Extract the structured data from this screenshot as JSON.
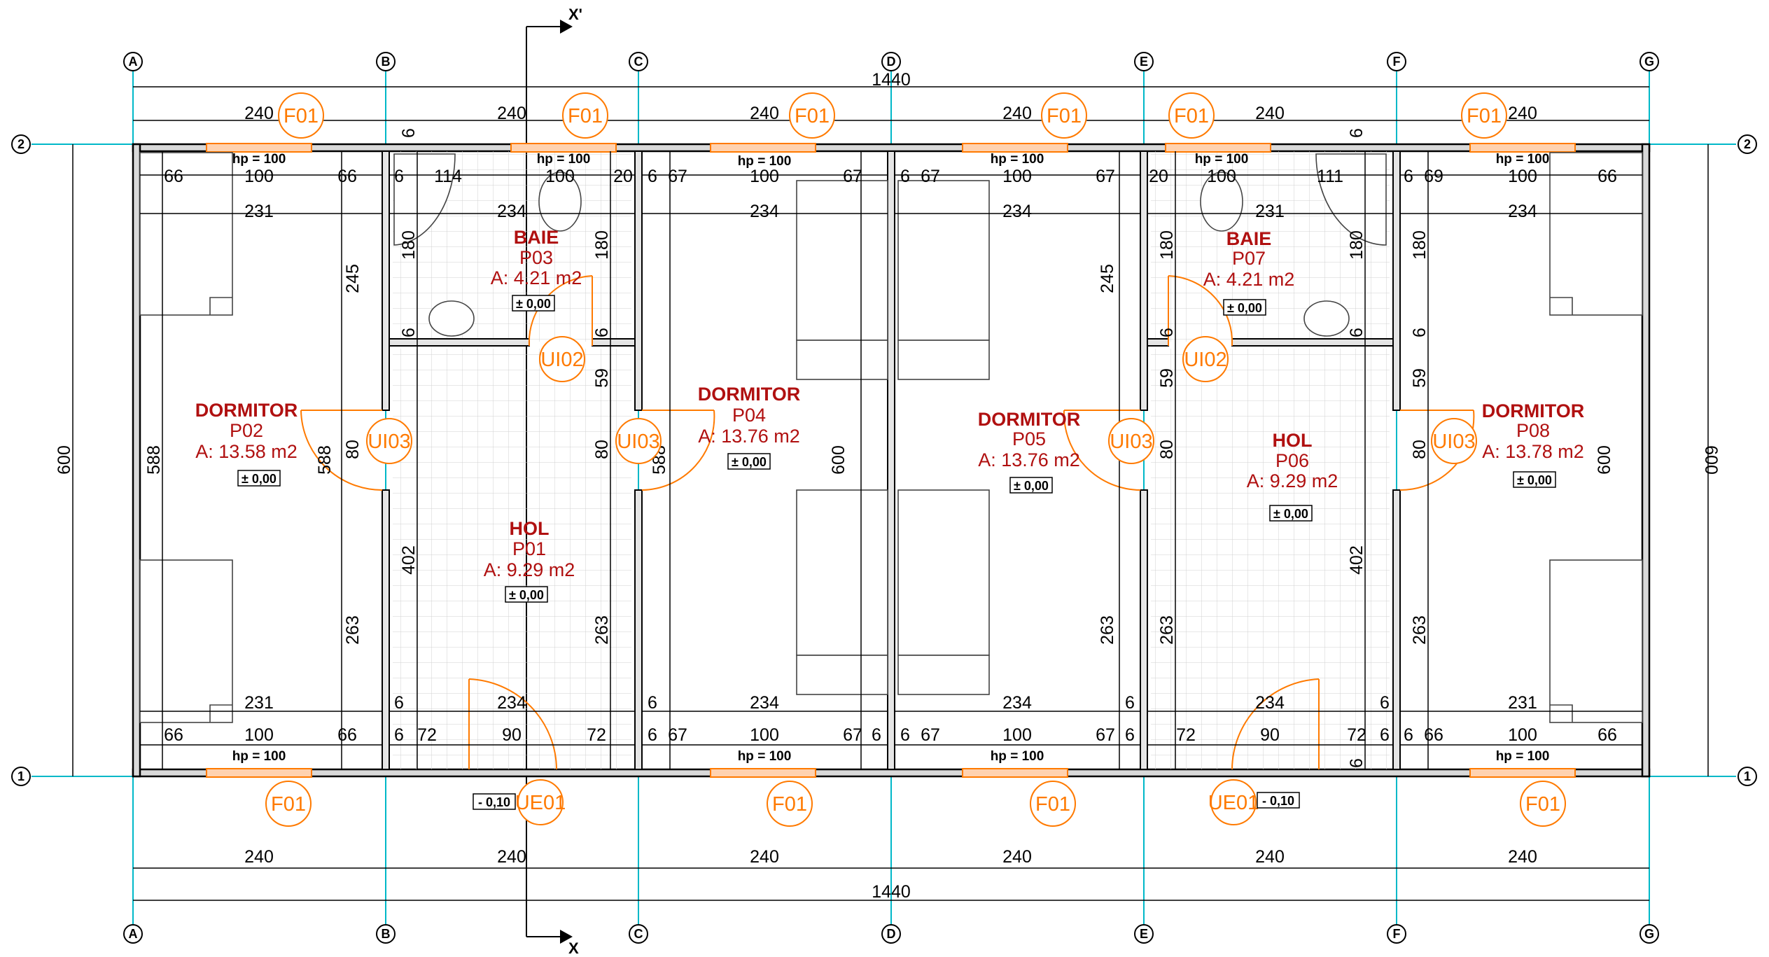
{
  "axes": {
    "vertical": [
      "A",
      "B",
      "C",
      "D",
      "E",
      "F",
      "G"
    ],
    "horizontal_top": "2",
    "horizontal_bottom": "1"
  },
  "section": {
    "top": "X'",
    "bottom": "X"
  },
  "overall": {
    "length": "1440",
    "width": "600"
  },
  "top_segments": [
    "240",
    "240",
    "240",
    "240",
    "240",
    "240"
  ],
  "bottom_segments": [
    "240",
    "240",
    "240",
    "240",
    "240",
    "240"
  ],
  "tags": {
    "window": "F01",
    "entrance_door": "UE01",
    "bath_door": "UI02",
    "room_door": "UI03"
  },
  "window_height": "hp = 100",
  "levels": {
    "floor": "± 0,00",
    "outside": "- 0,10"
  },
  "rooms": {
    "p01": {
      "name": "HOL",
      "code": "P01",
      "area": "A: 9.29 m2"
    },
    "p02": {
      "name": "DORMITOR",
      "code": "P02",
      "area": "A: 13.58 m2"
    },
    "p03": {
      "name": "BAIE",
      "code": "P03",
      "area": "A: 4.21 m2"
    },
    "p04": {
      "name": "DORMITOR",
      "code": "P04",
      "area": "A: 13.76 m2"
    },
    "p05": {
      "name": "DORMITOR",
      "code": "P05",
      "area": "A: 13.76 m2"
    },
    "p06": {
      "name": "HOL",
      "code": "P06",
      "area": "A: 9.29 m2"
    },
    "p07": {
      "name": "BAIE",
      "code": "P07",
      "area": "A: 4.21 m2"
    },
    "p08": {
      "name": "DORMITOR",
      "code": "P08",
      "area": "A: 13.78 m2"
    }
  },
  "inner_dims": {
    "a_win": [
      "66",
      "100",
      "66"
    ],
    "a_room": "231",
    "a_side": [
      "245",
      "588",
      "263",
      "80"
    ],
    "b_bath": [
      "6",
      "114",
      "100",
      "20"
    ],
    "b_wall": "6",
    "b_room": "234",
    "b_side": [
      "180",
      "59",
      "80",
      "263",
      "402",
      "588"
    ],
    "b_entry": [
      "72",
      "90",
      "72"
    ],
    "c_win": [
      "6",
      "67",
      "100",
      "67"
    ],
    "c_room": "234",
    "c_depth": "600",
    "d_win": [
      "6",
      "67",
      "100",
      "67"
    ],
    "d_room": "234",
    "e_bath": [
      "20",
      "100",
      "111",
      "6"
    ],
    "e_room": "231",
    "e_side": [
      "245",
      "180",
      "59",
      "80",
      "263",
      "402"
    ],
    "f_win": [
      "6",
      "69",
      "100",
      "66"
    ],
    "f_room": "234",
    "f_side": [
      "180",
      "59",
      "80",
      "263",
      "600"
    ]
  }
}
